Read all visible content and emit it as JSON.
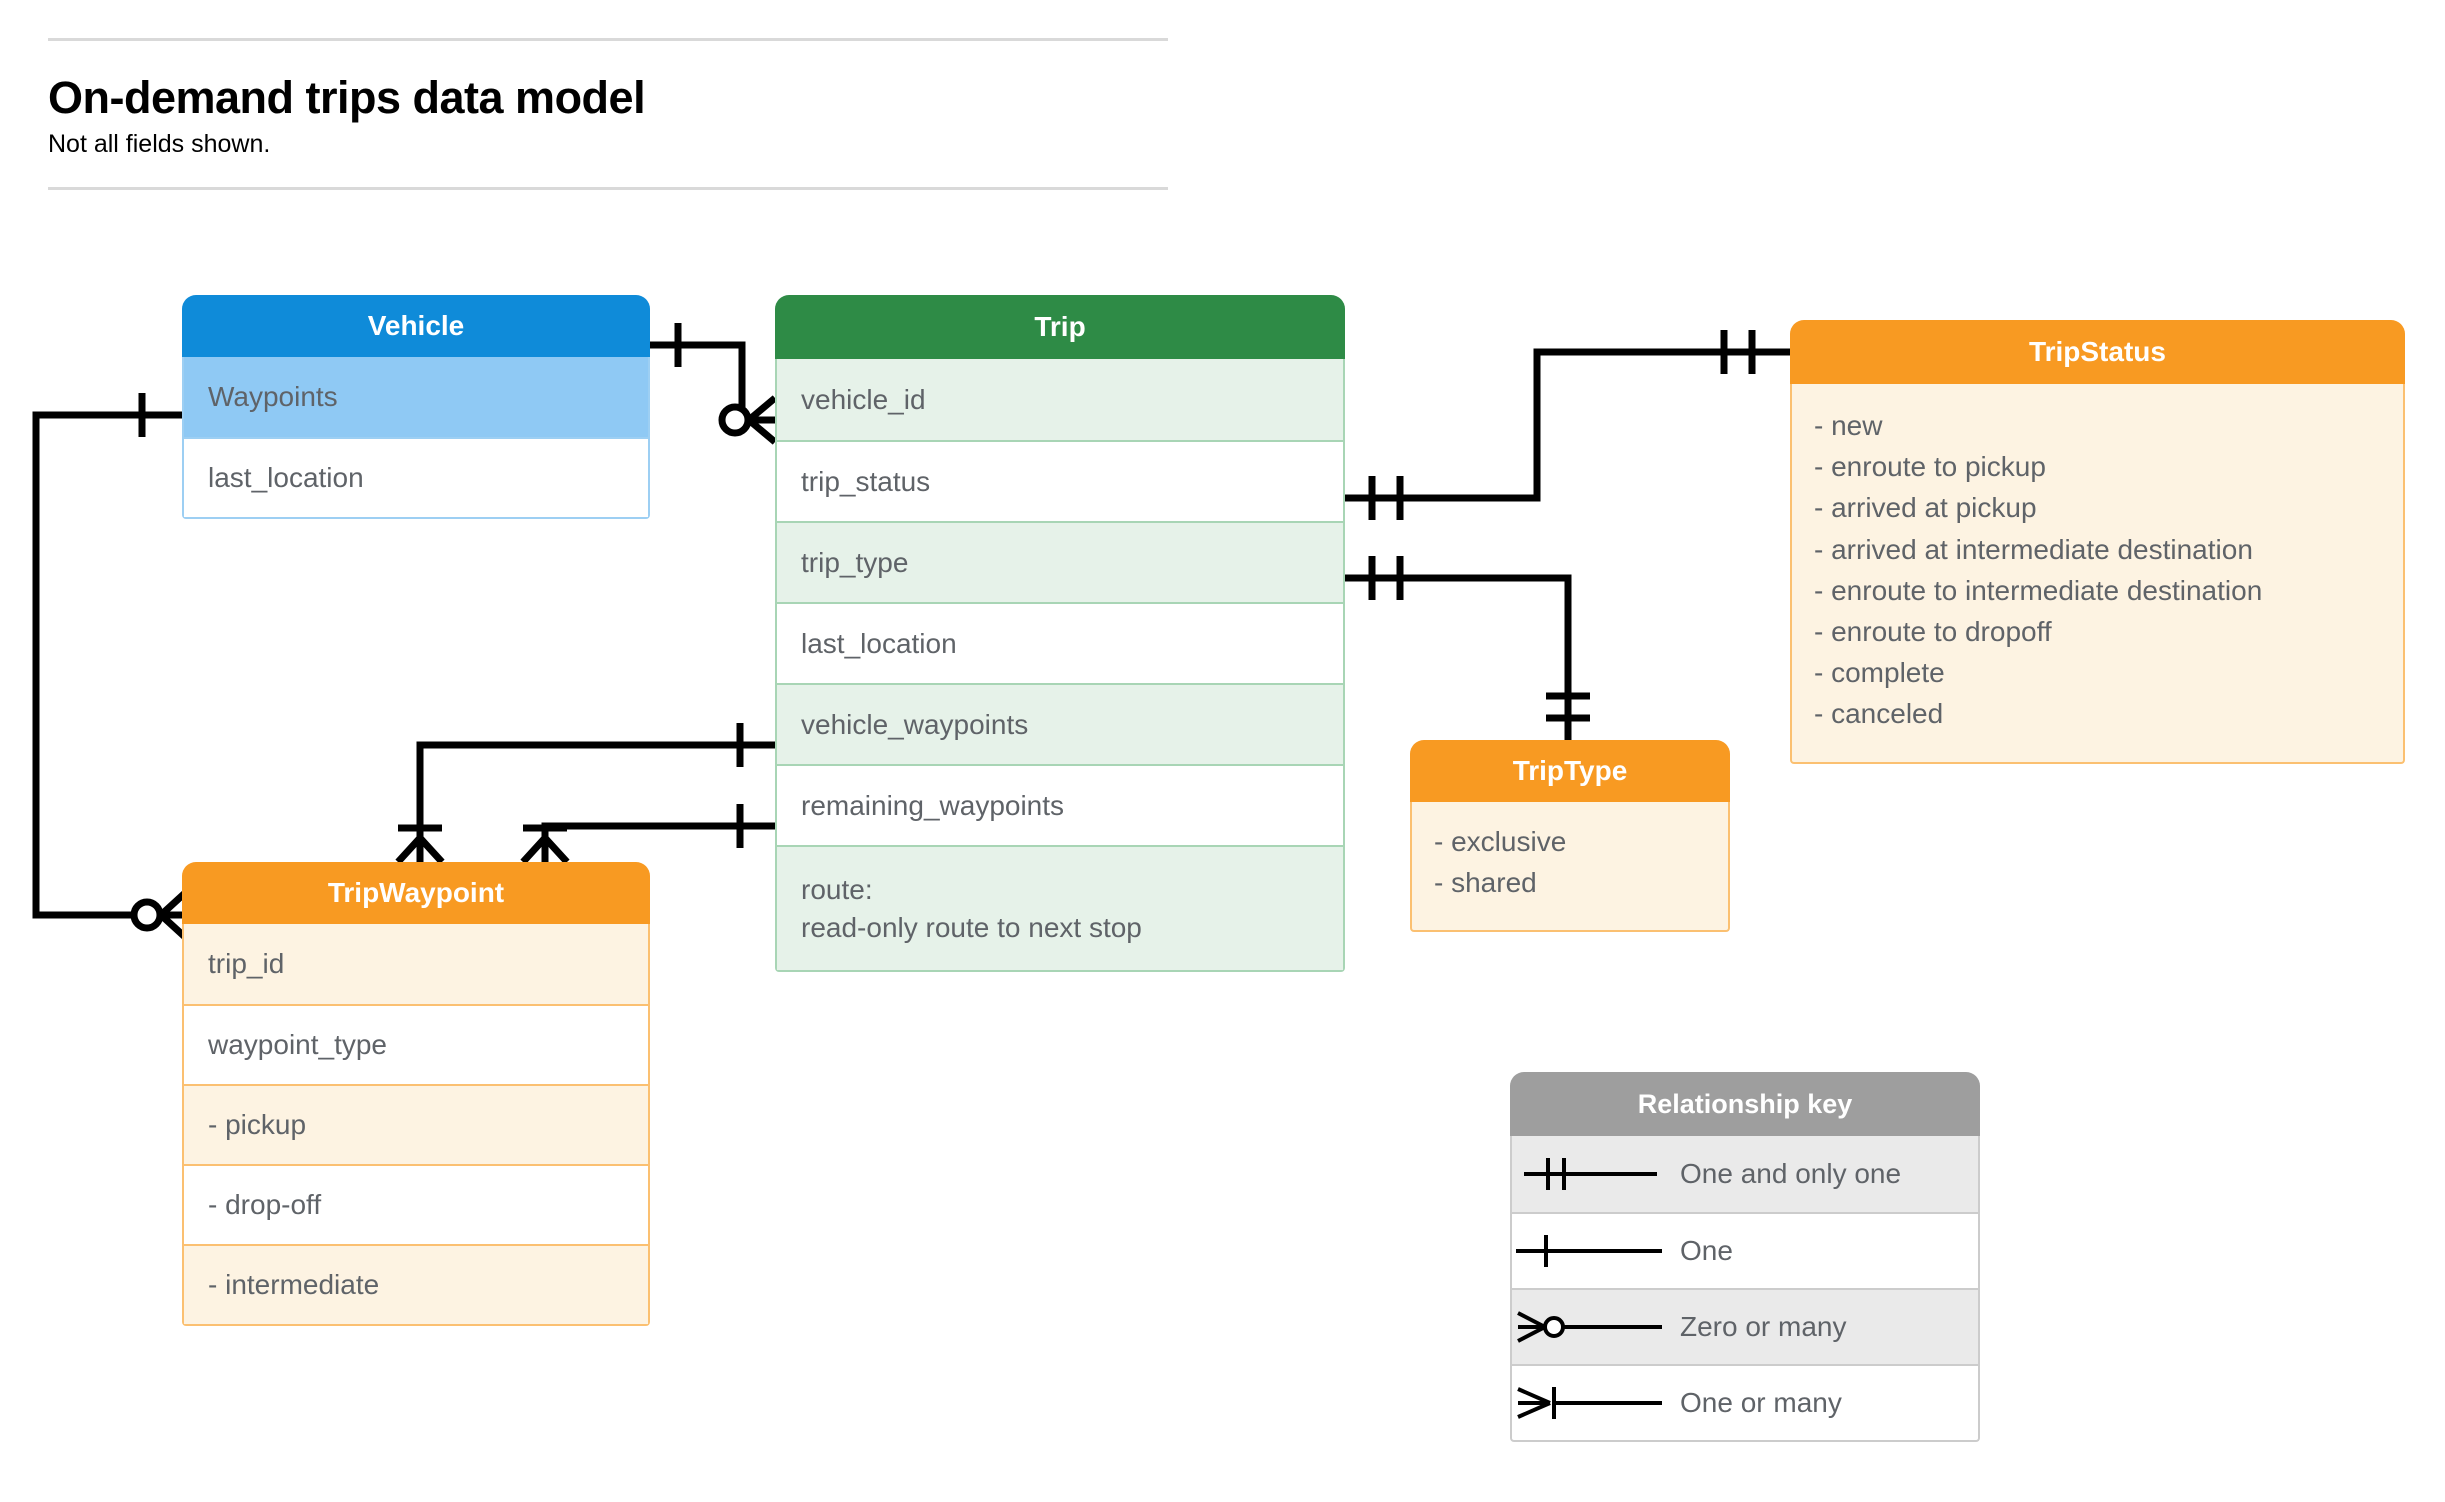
{
  "document": {
    "title": "On-demand trips data model",
    "subtitle": "Not all fields shown."
  },
  "entities": {
    "vehicle": {
      "name": "Vehicle",
      "color": "#0f8bd9",
      "fields": [
        {
          "label": "Waypoints"
        },
        {
          "label": "last_location"
        }
      ]
    },
    "trip": {
      "name": "Trip",
      "color": "#2e8b46",
      "fields": [
        {
          "label": "vehicle_id"
        },
        {
          "label": "trip_status"
        },
        {
          "label": "trip_type"
        },
        {
          "label": "last_location"
        },
        {
          "label": "vehicle_waypoints"
        },
        {
          "label": "remaining_waypoints"
        },
        {
          "label": "route:\nread-only route to next stop"
        }
      ]
    },
    "trip_status": {
      "name": "TripStatus",
      "color": "#f89a22",
      "values": [
        "- new",
        "- enroute to pickup",
        "- arrived at pickup",
        "- arrived at intermediate destination",
        "- enroute to intermediate destination",
        "- enroute to dropoff",
        "- complete",
        "- canceled"
      ]
    },
    "trip_type": {
      "name": "TripType",
      "color": "#f89a22",
      "values": [
        "- exclusive",
        "- shared"
      ]
    },
    "trip_waypoint": {
      "name": "TripWaypoint",
      "color": "#f89a22",
      "fields": [
        {
          "label": "trip_id"
        },
        {
          "label": "waypoint_type"
        },
        {
          "label": "  -  pickup"
        },
        {
          "label": "  -  drop-off"
        },
        {
          "label": "  -  intermediate"
        }
      ]
    }
  },
  "legend": {
    "title": "Relationship key",
    "rows": [
      {
        "glyph": "one-and-only-one-icon",
        "label": "One and only one"
      },
      {
        "glyph": "one-icon",
        "label": "One"
      },
      {
        "glyph": "zero-or-many-icon",
        "label": "Zero or many"
      },
      {
        "glyph": "one-or-many-icon",
        "label": "One or many"
      }
    ]
  },
  "relationships": [
    {
      "from": "Vehicle",
      "to": "Trip.vehicle_id",
      "from_cardinality": "One",
      "to_cardinality": "Zero or many"
    },
    {
      "from": "Vehicle.Waypoints",
      "to": "TripWaypoint",
      "from_cardinality": "One",
      "to_cardinality": "Zero or many"
    },
    {
      "from": "Trip.trip_status",
      "to": "TripStatus",
      "from_cardinality": "One and only one",
      "to_cardinality": "One and only one"
    },
    {
      "from": "Trip.trip_type",
      "to": "TripType",
      "from_cardinality": "One and only one",
      "to_cardinality": "One and only one"
    },
    {
      "from": "Trip.vehicle_waypoints",
      "to": "TripWaypoint",
      "from_cardinality": "One",
      "to_cardinality": "One or many"
    },
    {
      "from": "Trip.remaining_waypoints",
      "to": "TripWaypoint",
      "from_cardinality": "One",
      "to_cardinality": "One or many"
    }
  ]
}
